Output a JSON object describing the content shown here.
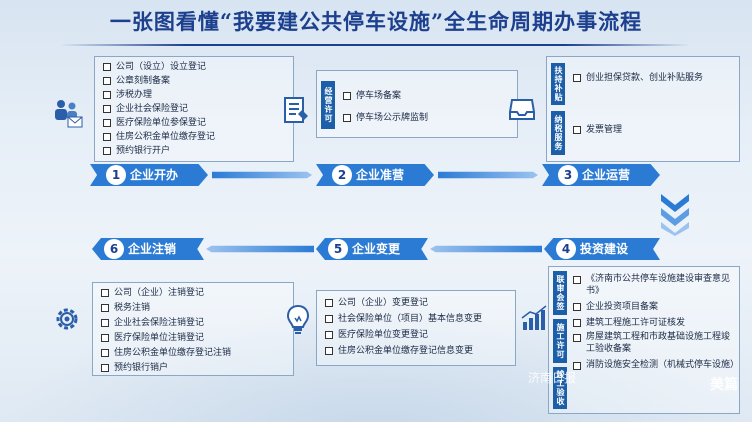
{
  "title": "一张图看懂“我要建公共停车设施”全生命周期办事流程",
  "steps": {
    "s1": {
      "num": "1",
      "label": "企业开办"
    },
    "s2": {
      "num": "2",
      "label": "企业准营"
    },
    "s3": {
      "num": "3",
      "label": "企业运营"
    },
    "s4": {
      "num": "4",
      "label": "投资建设"
    },
    "s5": {
      "num": "5",
      "label": "企业变更"
    },
    "s6": {
      "num": "6",
      "label": "企业注销"
    }
  },
  "box1": {
    "items": [
      "公司（设立）设立登记",
      "公章刻制备案",
      "涉税办理",
      "企业社会保险登记",
      "医疗保险单位参保登记",
      "住房公积金单位缴存登记",
      "预约银行开户"
    ]
  },
  "box2": {
    "tag": "经营许可",
    "items": [
      "停车场备案",
      "停车场公示牌监制"
    ]
  },
  "box3": {
    "tag1": "扶持补贴",
    "items1": [
      "创业担保贷款、创业补贴服务"
    ],
    "tag2": "纳税服务",
    "items2": [
      "发票管理"
    ]
  },
  "box4": {
    "tag1": "联审会签",
    "tag2": "施工许可",
    "tag3": "竣工验收",
    "items": [
      "《济南市公共停车设施建设审查意见书》",
      "企业投资项目备案",
      "建筑工程施工许可证核发",
      "房屋建筑工程和市政基础设施工程竣工验收备案",
      "消防设施安全检测（机械式停车设施）"
    ]
  },
  "box5": {
    "items": [
      "公司（企业）变更登记",
      "社会保险单位（项目）基本信息变更",
      "医疗保险单位变更登记",
      "住房公积金单位缴存登记信息变更"
    ]
  },
  "box6": {
    "items": [
      "公司（企业）注销登记",
      "税务注销",
      "企业社会保险注销登记",
      "医疗保险单位注销登记",
      "住房公积金单位缴存登记注销",
      "预约银行销户"
    ]
  },
  "watermark": "美篇",
  "watermark2": "济南日报"
}
